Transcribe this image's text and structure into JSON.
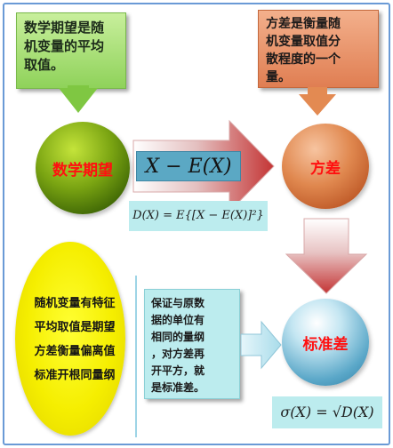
{
  "callouts": {
    "expectation": [
      "数学期望是随",
      "机变量的平均",
      "取值。"
    ],
    "variance": [
      "方差是衡量随",
      "机变量取值分",
      "散程度的一个",
      "量。"
    ]
  },
  "nodes": {
    "expectation": "数学期望",
    "variance": "方差",
    "std": "标准差"
  },
  "formulas": {
    "deviation": "X − E(X)",
    "variance": "D(X) = E{[X − E(X)]²}",
    "std": "σ(X) = √D(X)"
  },
  "summary": [
    "随机变量有特征",
    "平均取值是期望",
    "方差衡量偏离值",
    "标准开根同量纲"
  ],
  "note": [
    "保证与原数",
    "据的单位有",
    "相同的量纲",
    "，对方差再",
    "开平方，就",
    "是标准差。"
  ],
  "colors": {
    "node_text": "#ff1010",
    "green_callout": "#8fd25a",
    "orange_callout": "#e07e52",
    "formula_bg": "#bcecee",
    "ellipse": "#f5ee00"
  }
}
